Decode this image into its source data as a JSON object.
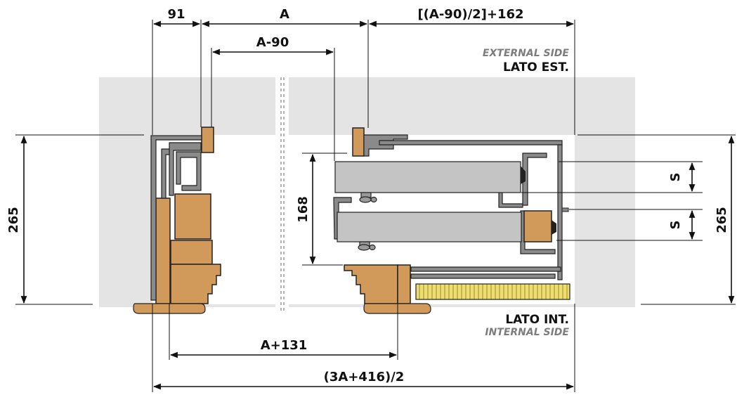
{
  "dimensions": {
    "w91": "91",
    "a": "A",
    "right_top": "[(A-90)/2]+162",
    "a_minus_90": "A-90",
    "h265_left": "265",
    "h265_right": "265",
    "h168": "168",
    "s_upper": "S",
    "s_lower": "S",
    "a_plus_131": "A+131",
    "total_bottom": "(3A+416)/2"
  },
  "sides": {
    "external_en": "EXTERNAL SIDE",
    "external_it": "LATO EST.",
    "internal_it": "LATO INT.",
    "internal_en": "INTERNAL SIDE"
  },
  "colors": {
    "wall": "#e4e4e4",
    "wood": "#d19a5a",
    "door_leaf": "#c4c4c4",
    "profile": "#8a8a8a",
    "insulation": "#eedd70",
    "line": "#111111",
    "muted_text": "#7d7d7d"
  }
}
